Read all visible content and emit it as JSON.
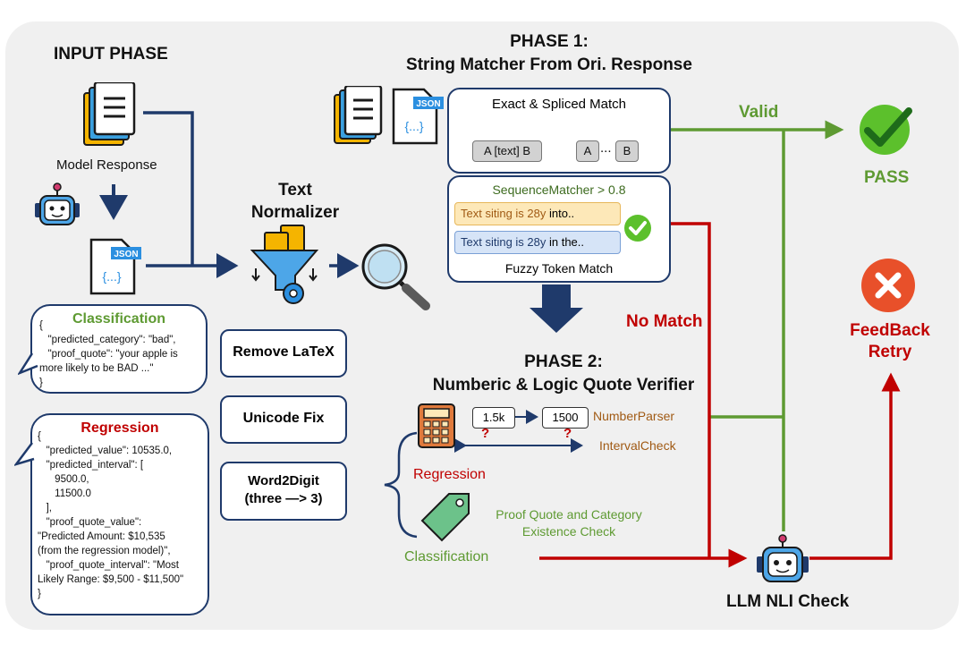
{
  "input_phase": {
    "title": "INPUT PHASE",
    "model_response_label": "Model Response",
    "json_badge": "JSON",
    "braces": "{...}"
  },
  "normalizer": {
    "title": "Text\nNormalizer",
    "steps": [
      "Remove LaTeX",
      "Unicode Fix",
      "Word2Digit\n(three —> 3)"
    ]
  },
  "classification_example": {
    "title": "Classification",
    "code": "{\n   \"predicted_category\": \"bad\",\n   \"proof_quote\": \"your apple is\nmore likely to be BAD ...\"\n}"
  },
  "regression_example": {
    "title": "Regression",
    "code": "{\n   \"predicted_value\": 10535.0,\n   \"predicted_interval\": [\n      9500.0,\n      11500.0\n   ],\n   \"proof_quote_value\":\n\"Predicted Amount: $10,535\n(from the regression model)\",\n   \"proof_quote_interval\": \"Most\nLikely Range: $9,500 - $11,500\"\n}"
  },
  "phase1": {
    "title": "PHASE 1:\nString Matcher From Ori. Response",
    "exact_title": "Exact & Spliced Match",
    "exact_a": "A [text] B",
    "exact_b_left": "A",
    "exact_b_dots": "...",
    "exact_b_right": "B",
    "sequence_title": "SequenceMatcher > 0.8",
    "token_1_hl": "Text siting is 28y",
    "token_1_rest": " into..",
    "token_2_hl": "Text siting is 28y",
    "token_2_rest": " in the..",
    "fuzzy_title": "Fuzzy Token Match"
  },
  "phase2": {
    "title": "PHASE 2:\nNumberic & Logic Quote Verifier",
    "num_a": "1.5k",
    "num_b": "1500",
    "q1": "?",
    "q2": "?",
    "number_parser": "NumberParser",
    "interval_check": "IntervalCheck",
    "regression_label": "Regression",
    "proof_label": "Proof Quote and Category\nExistence Check",
    "classification_label": "Classification"
  },
  "outcomes": {
    "valid": "Valid",
    "pass": "PASS",
    "no_match": "No Match",
    "feedback": "FeedBack\nRetry",
    "llm_check": "LLM NLI Check"
  },
  "colors": {
    "navy": "#1f3a6b",
    "green": "#5e9a32",
    "red": "#c00000",
    "orange": "#a05a14",
    "pass_green": "#5cc02c",
    "fail_red": "#e8502a"
  },
  "icons": [
    "document-stack-icon",
    "json-file-icon",
    "robot-icon",
    "funnel-gear-icon",
    "magnifier-icon",
    "calculator-icon",
    "price-tag-icon",
    "check-circle-icon",
    "x-circle-icon",
    "down-arrow-icon"
  ]
}
